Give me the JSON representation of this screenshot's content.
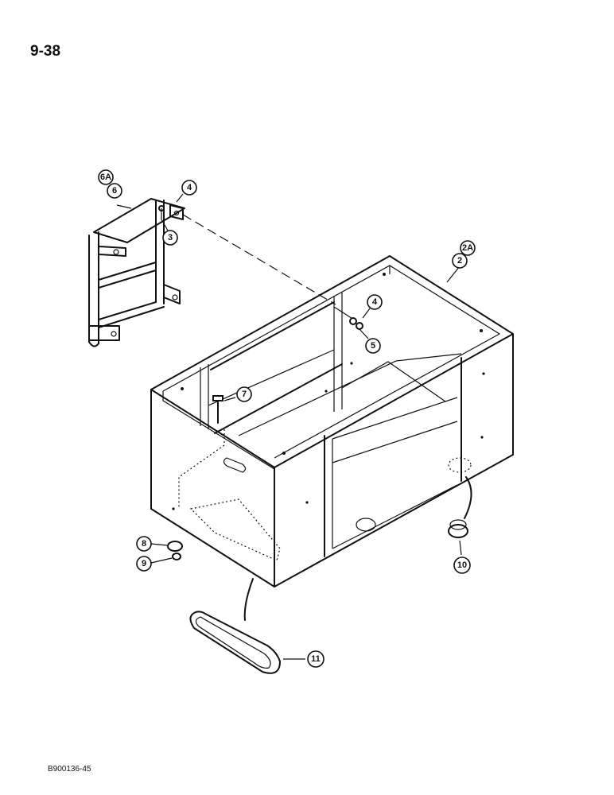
{
  "page": {
    "number": "9-38",
    "figure_code": "B900136-45"
  },
  "callouts": [
    {
      "id": "6A",
      "label": "6A"
    },
    {
      "id": "6",
      "label": "6"
    },
    {
      "id": "4a",
      "label": "4"
    },
    {
      "id": "3",
      "label": "3"
    },
    {
      "id": "2A",
      "label": "2A"
    },
    {
      "id": "2",
      "label": "2"
    },
    {
      "id": "4b",
      "label": "4"
    },
    {
      "id": "5",
      "label": "5"
    },
    {
      "id": "7",
      "label": "7"
    },
    {
      "id": "8",
      "label": "8"
    },
    {
      "id": "9",
      "label": "9"
    },
    {
      "id": "10",
      "label": "10"
    },
    {
      "id": "11",
      "label": "11"
    }
  ]
}
